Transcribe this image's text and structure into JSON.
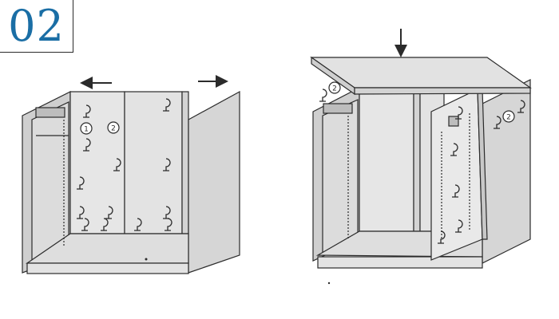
{
  "step": {
    "number": "02",
    "color": "#1a6ea5"
  },
  "markers": {
    "one": "1",
    "two": "2"
  },
  "icons": {
    "hinge": "hinge-hook-icon",
    "arrow_left": "arrow-left-icon",
    "arrow_right": "arrow-right-icon",
    "arrow_down": "arrow-down-icon"
  },
  "colors": {
    "line": "#2b2b2b",
    "panel": "#d9d9d9",
    "panel_light": "#e6e6e6",
    "panel_dark": "#cfcfcf"
  }
}
